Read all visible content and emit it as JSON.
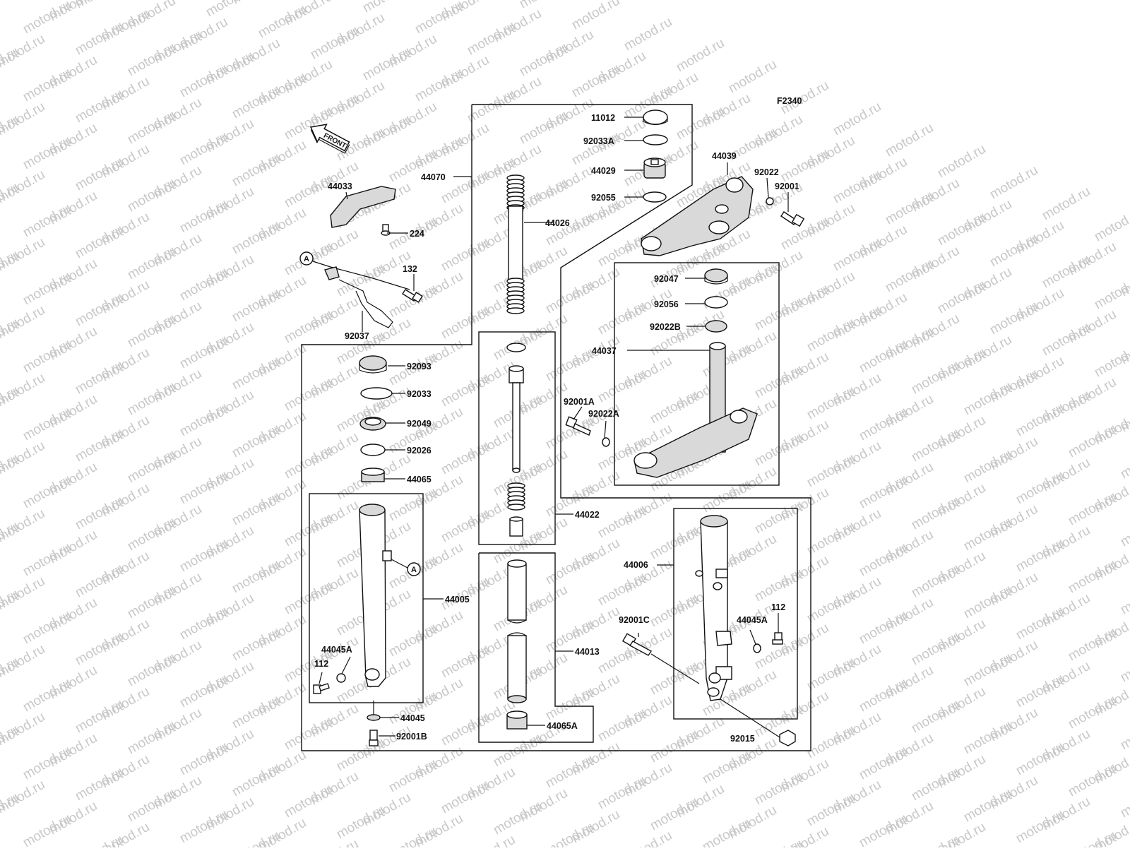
{
  "figure_code": "F2340",
  "watermark": "motod.ru",
  "front_label": "FRONT",
  "callout_letter": "A",
  "parts": {
    "p11012": "11012",
    "p92033A": "92033A",
    "p44029": "44029",
    "p92055": "92055",
    "p44070": "44070",
    "p44026": "44026",
    "p44039": "44039",
    "p92022": "92022",
    "p92001": "92001",
    "p44033": "44033",
    "p224": "224",
    "p132": "132",
    "p92037": "92037",
    "p92047": "92047",
    "p92056": "92056",
    "p92022B": "92022B",
    "p44037": "44037",
    "p92001A": "92001A",
    "p92022A": "92022A",
    "p92093": "92093",
    "p92033": "92033",
    "p92049": "92049",
    "p92026": "92026",
    "p44065": "44065",
    "p44022": "44022",
    "p44005": "44005",
    "p44045A_l": "44045A",
    "p112_l": "112",
    "p44045": "44045",
    "p92001B": "92001B",
    "p44013": "44013",
    "p44065A": "44065A",
    "p44006": "44006",
    "p112_r": "112",
    "p92001C": "92001C",
    "p44045A_r": "44045A",
    "p92015": "92015"
  }
}
